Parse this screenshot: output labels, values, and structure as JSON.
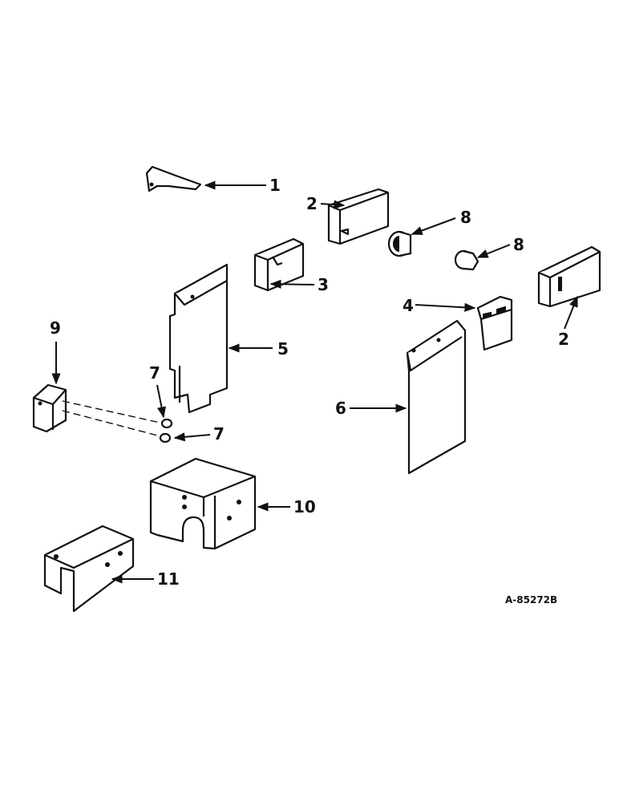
{
  "callouts": [
    {
      "id": "c1",
      "text": "1"
    },
    {
      "id": "c2a",
      "text": "2"
    },
    {
      "id": "c2b",
      "text": "2"
    },
    {
      "id": "c3",
      "text": "3"
    },
    {
      "id": "c4",
      "text": "4"
    },
    {
      "id": "c5",
      "text": "5"
    },
    {
      "id": "c6",
      "text": "6"
    },
    {
      "id": "c7a",
      "text": "7"
    },
    {
      "id": "c7b",
      "text": "7"
    },
    {
      "id": "c8a",
      "text": "8"
    },
    {
      "id": "c8b",
      "text": "8"
    },
    {
      "id": "c9",
      "text": "9"
    },
    {
      "id": "c10",
      "text": "10"
    },
    {
      "id": "c11",
      "text": "11"
    }
  ],
  "drawing_number": "A-85272B",
  "colors": {
    "ink": "#111111",
    "paper": "#ffffff"
  }
}
